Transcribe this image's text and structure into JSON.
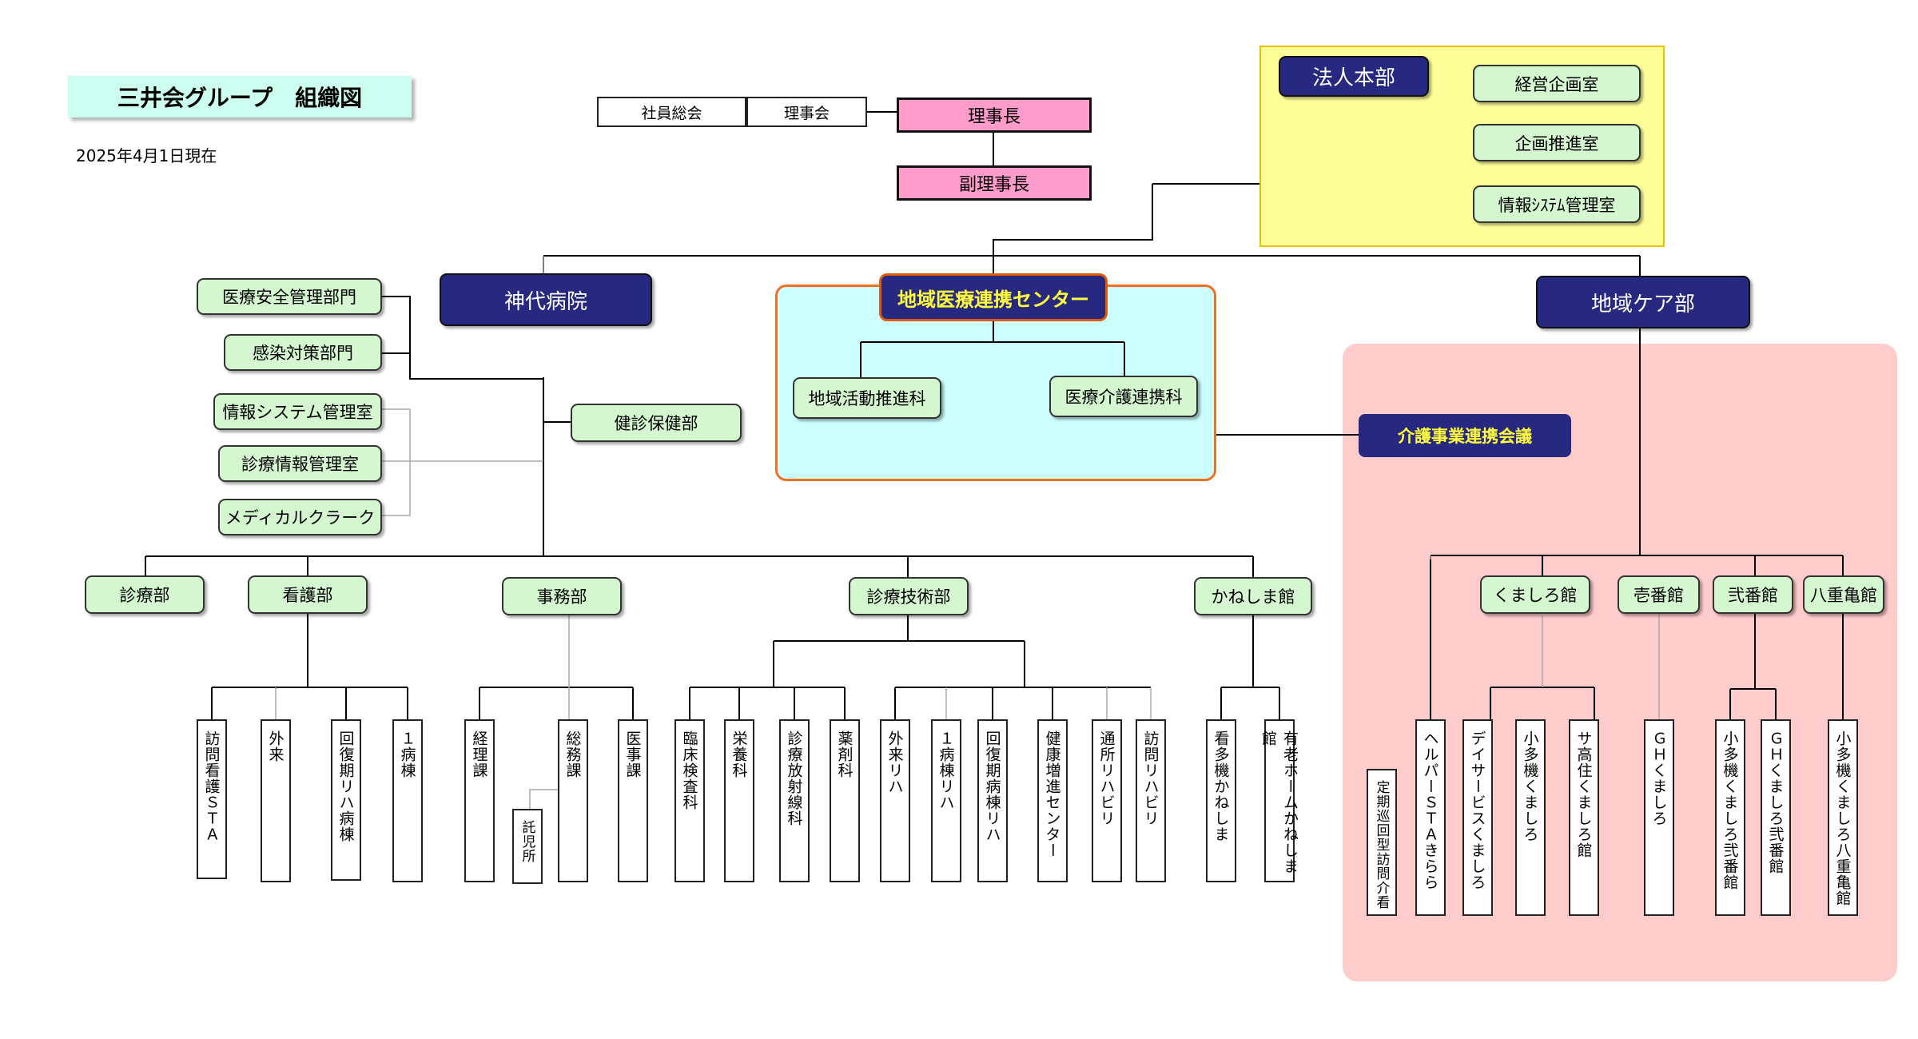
{
  "header": {
    "title": "三井会グループ　組織図",
    "date": "2025年4月1日現在"
  },
  "top": {
    "general_meeting": "社員総会",
    "board": "理事会",
    "chairman": "理事長",
    "vice_chairman": "副理事長"
  },
  "hq": {
    "title": "法人本部",
    "items": [
      "経営企画室",
      "企画推進室",
      "情報ｼｽﾃﾑ管理室"
    ]
  },
  "hospital": {
    "title": "神代病院",
    "left_upper": [
      "医療安全管理部門",
      "感染対策部門"
    ],
    "left_lower": [
      "情報システム管理室",
      "診療情報管理室",
      "メディカルクラーク"
    ],
    "checkup": "健診保健部"
  },
  "regional_center": {
    "title": "地域医療連携センター",
    "units": [
      "地域活動推進科",
      "医療介護連携科"
    ]
  },
  "care_council": "介護事業連携会議",
  "community_care": {
    "title": "地域ケア部",
    "facilities": [
      "くましろ館",
      "壱番館",
      "弐番館",
      "八重亀館"
    ]
  },
  "departments": [
    "診療部",
    "看護部",
    "事務部",
    "診療技術部",
    "かねしま館"
  ],
  "units_vertical": {
    "nursing": [
      "訪問看護ＳＴＡ",
      "外来",
      "回復期リハ病棟",
      "１病棟"
    ],
    "admin": [
      "経理課",
      "総務課",
      "医事課"
    ],
    "daycare": "託児所",
    "tech_medical": [
      "臨床検査科",
      "栄養科",
      "診療放射線科",
      "薬剤科"
    ],
    "tech_rehab": [
      "外来リハ",
      "１病棟リハ",
      "回復期病棟リハ",
      "健康増進センター",
      "通所リハビリ",
      "訪問リハビリ"
    ],
    "kaneshima": [
      "看多機かねしま",
      "有老ホームかねしま館"
    ],
    "care_left": [
      "定期巡回型訪問介看",
      "ヘルパーＳＴＡきらら"
    ],
    "kumashiro": [
      "デイサービスくましろ",
      "小多機くましろ",
      "サ高住くましろ館"
    ],
    "ichiban": "ＧＨくましろ",
    "niban": [
      "小多機くましろ弐番館",
      "ＧＨくましろ弐番館"
    ],
    "yaekame": "小多機くましろ八重亀館"
  },
  "colors": {
    "navy": "#27287f",
    "green_box": "#d4f7d0",
    "pink_box": "#ff9ccc",
    "hq_area": "#ffff99",
    "center_area": "#ccffff",
    "care_area": "#ffcccc",
    "title_box": "#ccfff0"
  }
}
